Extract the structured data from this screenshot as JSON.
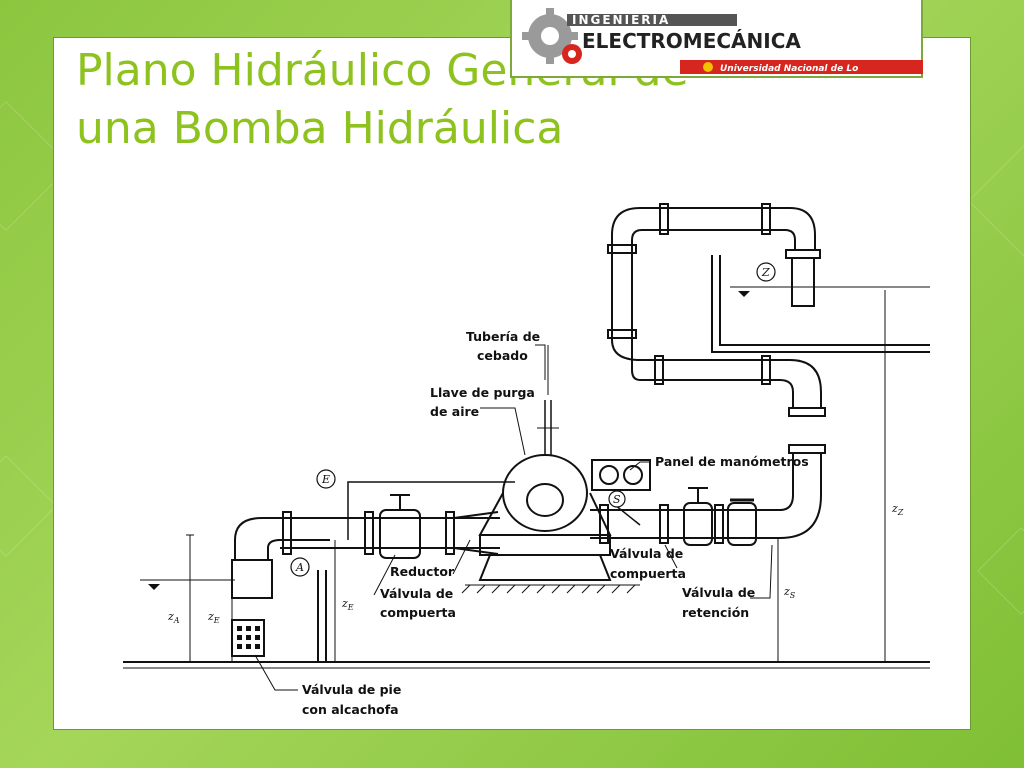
{
  "slide": {
    "title_line1": "Plano Hidráulico General de",
    "title_line2": "una Bomba Hidráulica"
  },
  "logo": {
    "line1": "INGENIERIA",
    "line2": "ELECTROMECÁNICA",
    "line3": "Universidad Nacional de Lo"
  },
  "labels": {
    "tuberia_cebado_1": "Tubería de",
    "tuberia_cebado_2": "cebado",
    "llave_purga_1": "Llave de purga",
    "llave_purga_2": "de aire",
    "panel_manometros": "Panel de manómetros",
    "reductor": "Reductor",
    "valvula_compuerta_izq_1": "Válvula de",
    "valvula_compuerta_izq_2": "compuerta",
    "valvula_compuerta_der_1": "Válvula de",
    "valvula_compuerta_der_2": "compuerta",
    "valvula_retencion_1": "Válvula de",
    "valvula_retencion_2": "retención",
    "valvula_pie_1": "Válvula de pie",
    "valvula_pie_2": "con alcachofa"
  },
  "symbols": {
    "e": "E",
    "a": "A",
    "s": "S",
    "z": "Z",
    "za": "z",
    "za_sub": "A",
    "ze": "z",
    "ze_sub": "E",
    "ze2": "z",
    "ze2_sub": "E",
    "zs": "z",
    "zs_sub": "S",
    "zz": "z",
    "zz_sub": "Z"
  },
  "colors": {
    "title": "#8dc21f",
    "background": "#8cc63f",
    "logo_red": "#d7261e",
    "ink": "#111111"
  }
}
